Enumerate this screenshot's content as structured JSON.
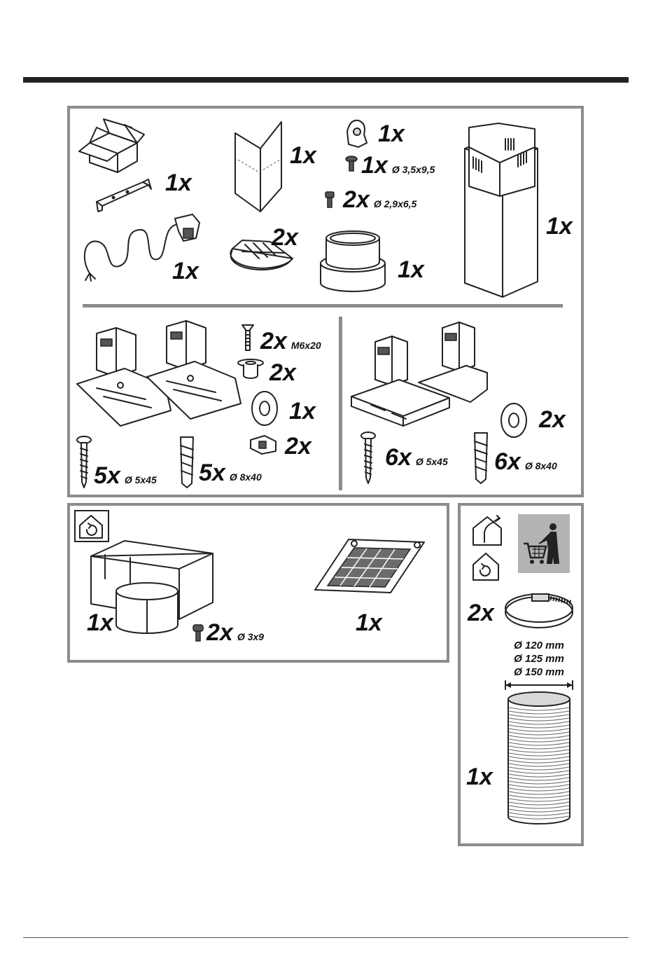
{
  "colors": {
    "rule": "#222222",
    "panel_border": "#8c8c8c",
    "shop_bg": "#b3b3b3"
  },
  "icons": [
    "carton-box-icon",
    "wall-bracket-icon",
    "power-cable-icon",
    "deflector-sheet-icon",
    "clip-icon",
    "screw-icon",
    "flap-valve-icon",
    "adapter-ring-icon",
    "chimney-duct-icon",
    "glass-hood-icon",
    "chimney-hood-icon",
    "plug-icon",
    "washer-icon",
    "cage-nut-icon",
    "recirculation-icon",
    "ducted-icon",
    "shopping-cart-icon",
    "hose-clamp-icon",
    "flexible-duct-icon",
    "carbon-filter-icon",
    "recirculation-box-icon"
  ],
  "top_panel": {
    "carton_qty": "1x",
    "bracket_qty": "1x",
    "cable_qty": "1x",
    "deflector_qty": "1x",
    "valve_qty": "2x",
    "clip_qty": "1x",
    "screw_a_qty": "1x",
    "screw_a_spec": "Ø 3,5x9,5",
    "screw_b_qty": "2x",
    "screw_b_spec": "Ø 2,9x6,5",
    "adapter_qty": "1x",
    "chimney_qty": "1x"
  },
  "middle_left": {
    "bolt_qty": "2x",
    "bolt_spec": "M6x20",
    "spacer_qty": "2x",
    "washer_qty": "1x",
    "nut_qty": "2x",
    "screw_qty": "5x",
    "screw_spec": "Ø 5x45",
    "plug_qty": "5x",
    "plug_spec": "Ø 8x40"
  },
  "middle_right": {
    "washer_qty": "2x",
    "screw_qty": "6x",
    "screw_spec": "Ø 5x45",
    "plug_qty": "6x",
    "plug_spec": "Ø 8x40"
  },
  "bottom_left": {
    "box_qty": "1x",
    "screw_qty": "2x",
    "screw_spec": "Ø 3x9",
    "filter_qty": "1x"
  },
  "bottom_right": {
    "clamp_qty": "2x",
    "diameters": [
      "Ø 120 mm",
      "Ø 125 mm",
      "Ø 150 mm"
    ],
    "hose_qty": "1x"
  }
}
